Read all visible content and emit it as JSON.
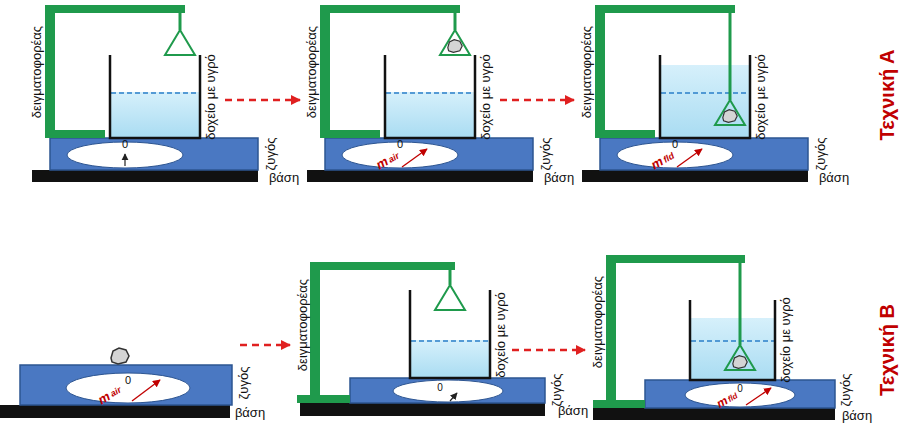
{
  "diagram": {
    "labels": [
      "δειγματοφορέας",
      "δοχείο με υγρό",
      "0",
      "ζυγός",
      "βάση",
      "δειγματοφορέας",
      "δοχείο με υγρό",
      "0",
      "m",
      "air",
      "ζυγός",
      "βάση",
      "δειγματοφορέας",
      "δοχείο με υγρό",
      "0",
      "m",
      "fld",
      "ζυγός",
      "βάση",
      "Τεχνική Α",
      "0",
      "m",
      "air",
      "ζυγός",
      "βάση",
      "δειγματοφορέας",
      "δοχείο με υγρό",
      "0",
      "ζυγός",
      "βάση",
      "δειγματοφορέας",
      "δοχείο με υγρό",
      "0",
      "m",
      "fld",
      "ζυγός",
      "βάση",
      "Τεχνική Β"
    ]
  }
}
